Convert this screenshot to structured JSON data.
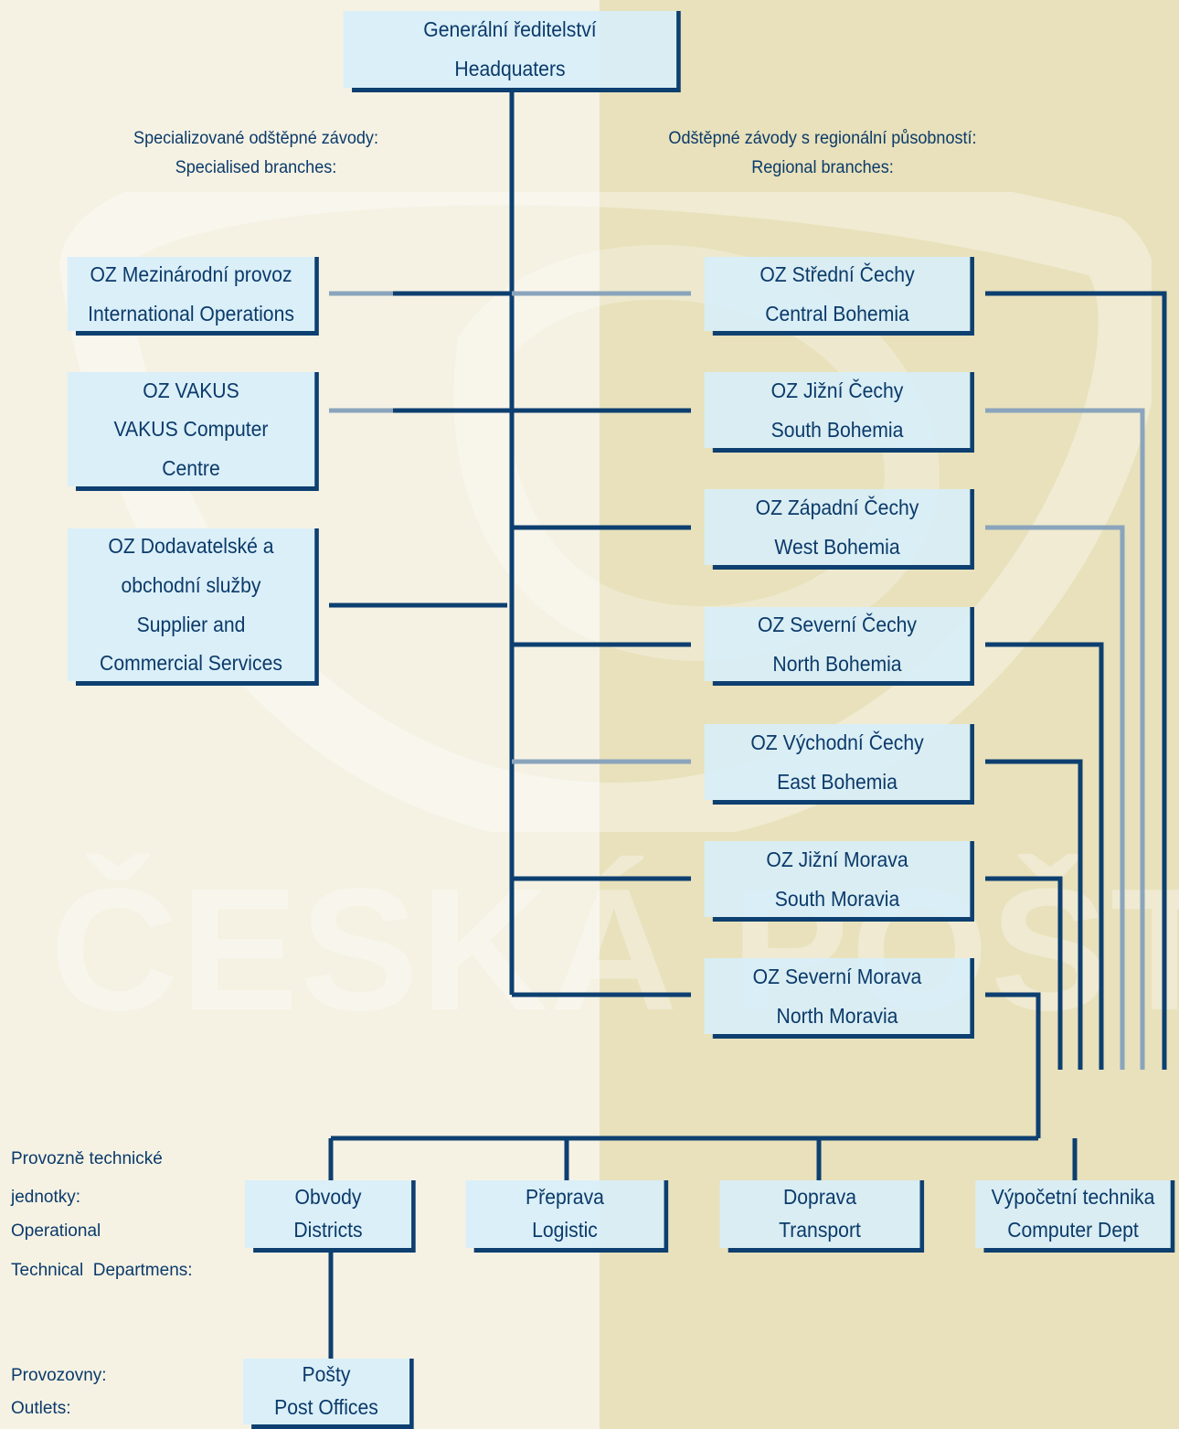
{
  "headquarters": {
    "line1": "Generální ředitelství",
    "line2": "Headquaters"
  },
  "headers": {
    "specialised": {
      "line1": "Specializované odštěpné závody:",
      "line2": "Specialised branches:"
    },
    "regional": {
      "line1": "Odštěpné závody s regionální působností:",
      "line2": "Regional branches:"
    }
  },
  "specialised_branches": [
    {
      "lines": [
        "OZ Mezinárodní provoz",
        "International Operations"
      ]
    },
    {
      "lines": [
        "OZ VAKUS",
        "VAKUS Computer",
        "Centre"
      ]
    },
    {
      "lines": [
        "OZ Dodavatelské a",
        "obchodní služby",
        "Supplier and",
        "Commercial Services"
      ]
    }
  ],
  "regional_branches": [
    {
      "lines": [
        "OZ Střední Čechy",
        "Central Bohemia"
      ]
    },
    {
      "lines": [
        "OZ Jižní Čechy",
        "South Bohemia"
      ]
    },
    {
      "lines": [
        "OZ Západní Čechy",
        "West Bohemia"
      ]
    },
    {
      "lines": [
        "OZ Severní Čechy",
        "North Bohemia"
      ]
    },
    {
      "lines": [
        "OZ Východní Čechy",
        "East Bohemia"
      ]
    },
    {
      "lines": [
        "OZ Jižní Morava",
        "South Moravia"
      ]
    },
    {
      "lines": [
        "OZ Severní Morava",
        "North Moravia"
      ]
    }
  ],
  "departments": [
    {
      "lines": [
        "Obvody",
        "Districts"
      ]
    },
    {
      "lines": [
        "Přeprava",
        "Logistic"
      ]
    },
    {
      "lines": [
        "Doprava",
        "Transport"
      ]
    },
    {
      "lines": [
        "Výpočetní technika",
        "Computer Dept"
      ]
    }
  ],
  "outlets_box": {
    "line1": "Pošty",
    "line2": "Post Offices"
  },
  "side_labels": {
    "operational": [
      "Provozně technické",
      "jednotky:",
      "Operational",
      "Technical  Departmens:"
    ],
    "outlets": [
      "Provozovny:",
      "Outlets:"
    ]
  },
  "watermark_text": "ČESKÁ POŠTA",
  "colors": {
    "line": "#0d3f70",
    "box": "#d6eefa",
    "text": "#0b3a6a",
    "bg_left": "#f5f2e4",
    "bg_right": "#e8e1bb"
  }
}
